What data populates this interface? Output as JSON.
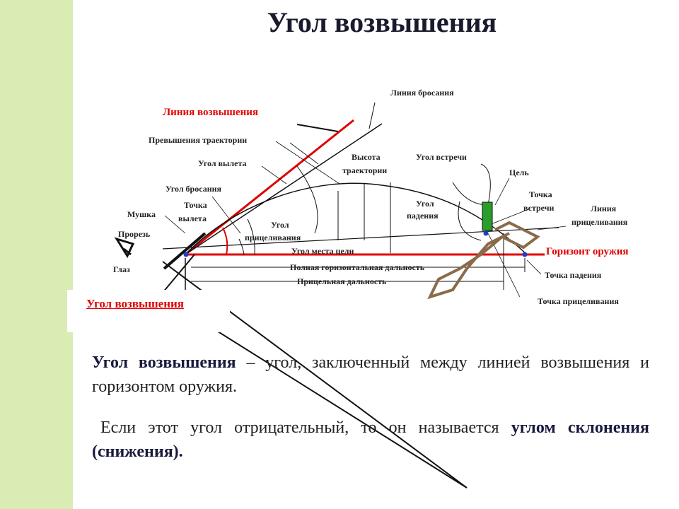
{
  "title": "Угол возвышения",
  "diagram_labels": {
    "line_of_throw": "Линия бросания",
    "line_of_elevation": "Линия возвышения",
    "trajectory_excess": "Превышения траектории",
    "angle_of_departure": "Угол вылета",
    "trajectory_height_1": "Высота",
    "trajectory_height_2": "траектории",
    "angle_of_meeting": "Угол встречи",
    "target": "Цель",
    "angle_of_throw": "Угол бросания",
    "departure_point_1": "Точка",
    "departure_point_2": "вылета",
    "angle_of_fall_1": "Угол",
    "angle_of_fall_2": "падения",
    "meeting_point_1": "Точка",
    "meeting_point_2": "встречи",
    "line_of_sight_1": "Линия",
    "line_of_sight_2": "прицеливания",
    "front_sight": "Мушка",
    "rear_sight": "Прорезь",
    "aiming_angle_1": "Угол",
    "aiming_angle_2": "прицеливания",
    "target_site_angle": "Угол места цели",
    "weapon_horizon": "Горизонт оружия",
    "eye": "Глаз",
    "full_horizontal_range": "Полная горизонтальная дальность",
    "point_of_fall": "Точка падения",
    "aiming_range": "Прицельная дальность",
    "aiming_point": "Точка прицеливания"
  },
  "caption": "Угол возвышения",
  "paragraph1": {
    "term": "Угол возвышения",
    "text": " – угол, заключенный между линией возвышения и горизонтом оружия."
  },
  "paragraph2": {
    "text": "Если этот угол отрицательный, то он называется ",
    "term": "углом склонения (снижения)",
    "end": "."
  },
  "colors": {
    "accent_red": "#e00000",
    "target_green": "#2a9d2a",
    "hand_brown": "#8b6a4a",
    "side_band": "#d9ecb4"
  }
}
